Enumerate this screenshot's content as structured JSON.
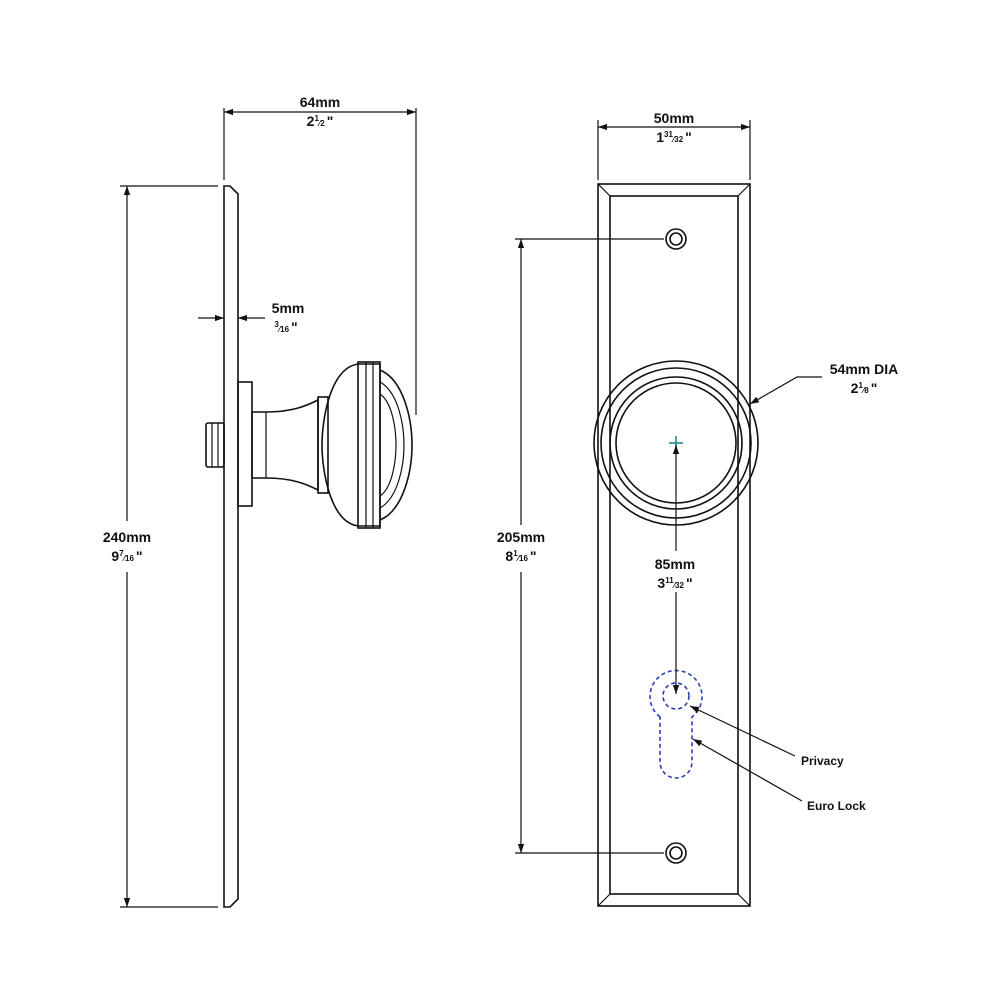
{
  "colors": {
    "line": "#111111",
    "cylinder_outline": "#2b3fb0",
    "center_mark": "#1a8f86",
    "background": "#ffffff"
  },
  "side_view": {
    "height": {
      "mm": "240mm",
      "whole": "9",
      "num": "7",
      "den": "16",
      "unit": "\""
    },
    "projection": {
      "mm": "64mm",
      "whole": "2",
      "num": "1",
      "den": "2",
      "unit": "\""
    },
    "plate_thickness": {
      "mm": "5mm",
      "num": "3",
      "den": "16",
      "unit": "\""
    }
  },
  "front_view": {
    "width": {
      "mm": "50mm",
      "whole": "1",
      "num": "31",
      "den": "32",
      "unit": "\""
    },
    "fixing_centres": {
      "mm": "205mm",
      "whole": "8",
      "num": "1",
      "den": "16",
      "unit": "\""
    },
    "rose_diameter": {
      "mm": "54mm DIA",
      "whole": "2",
      "num": "1",
      "den": "8",
      "unit": "\""
    },
    "backset": {
      "mm": "85mm",
      "whole": "3",
      "num": "11",
      "den": "32",
      "unit": "\""
    },
    "callouts": {
      "privacy": "Privacy",
      "euro_lock": "Euro Lock"
    }
  }
}
